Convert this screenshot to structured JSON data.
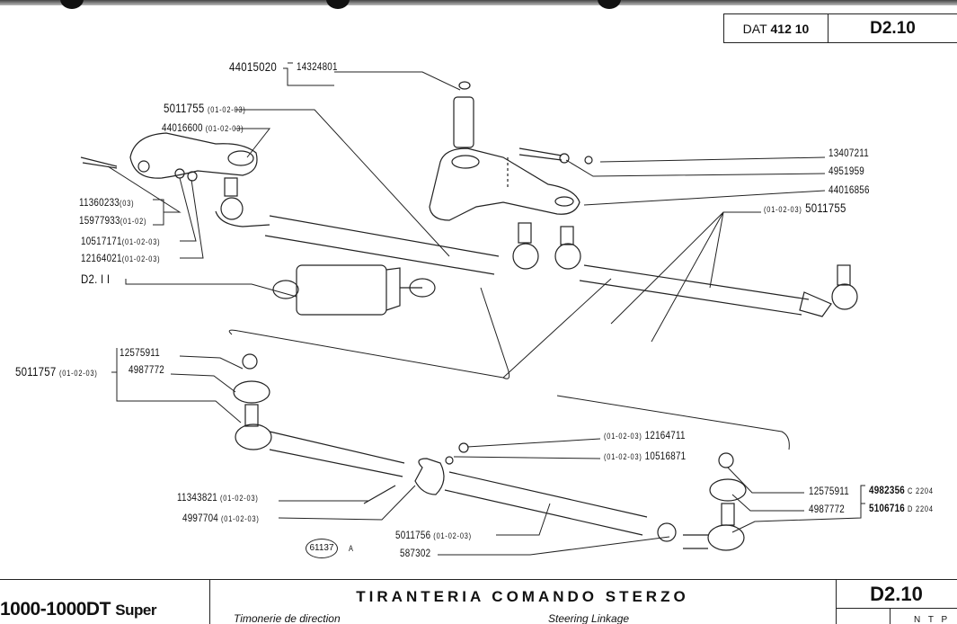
{
  "header": {
    "dat_prefix": "DAT",
    "dat_number": "412 10",
    "table_code": "D2.10"
  },
  "labels": {
    "l44015020": "44015020",
    "l14324801": "14324801",
    "l5011755a": "5011755",
    "l5011755a_var": "(01-02-03)",
    "l44016600": "44016600",
    "l44016600_var": "(01-02-03)",
    "l11360233": "11360233",
    "l11360233_var": "(03)",
    "l15977933": "15977933",
    "l15977933_var": "(01-02)",
    "l10517171": "10517171",
    "l10517171_var": "(01-02-03)",
    "l12164021": "12164021",
    "l12164021_var": "(01-02-03)",
    "ref_d211": "D2. I I",
    "l13407211": "13407211",
    "l4951959": "4951959",
    "l44016856": "44016856",
    "l5011755b_var": "(01-02-03)",
    "l5011755b": "5011755",
    "l12575911a": "12575911",
    "l4987772a": "4987772",
    "l5011757": "5011757",
    "l5011757_var": "(01-02-03)",
    "l12164711_var": "(01-02-03)",
    "l12164711": "12164711",
    "l10516871_var": "(01-02-03)",
    "l10516871": "10516871",
    "l11343821": "11343821",
    "l11343821_var": "(01-02-03)",
    "l4997704": "4997704",
    "l4997704_var": "(01-02-03)",
    "l5011756": "5011756",
    "l5011756_var": "(01-02-03)",
    "l587302": "587302",
    "drawing_number": "61137",
    "drawing_suffix": "A",
    "l12575911b": "12575911",
    "l4987772b": "4987772",
    "l4982356": "4982356",
    "l4982356_code": "C 2204",
    "l5106716": "5106716",
    "l5106716_code": "D 2204"
  },
  "footer": {
    "model": "1000-1000DT",
    "model_suffix": "Super",
    "title": "TIRANTERIA COMANDO STERZO",
    "subtitle_fr": "Timonerie de direction",
    "subtitle_en": "Steering Linkage",
    "code": "D2.10",
    "ntp": "N T P"
  }
}
